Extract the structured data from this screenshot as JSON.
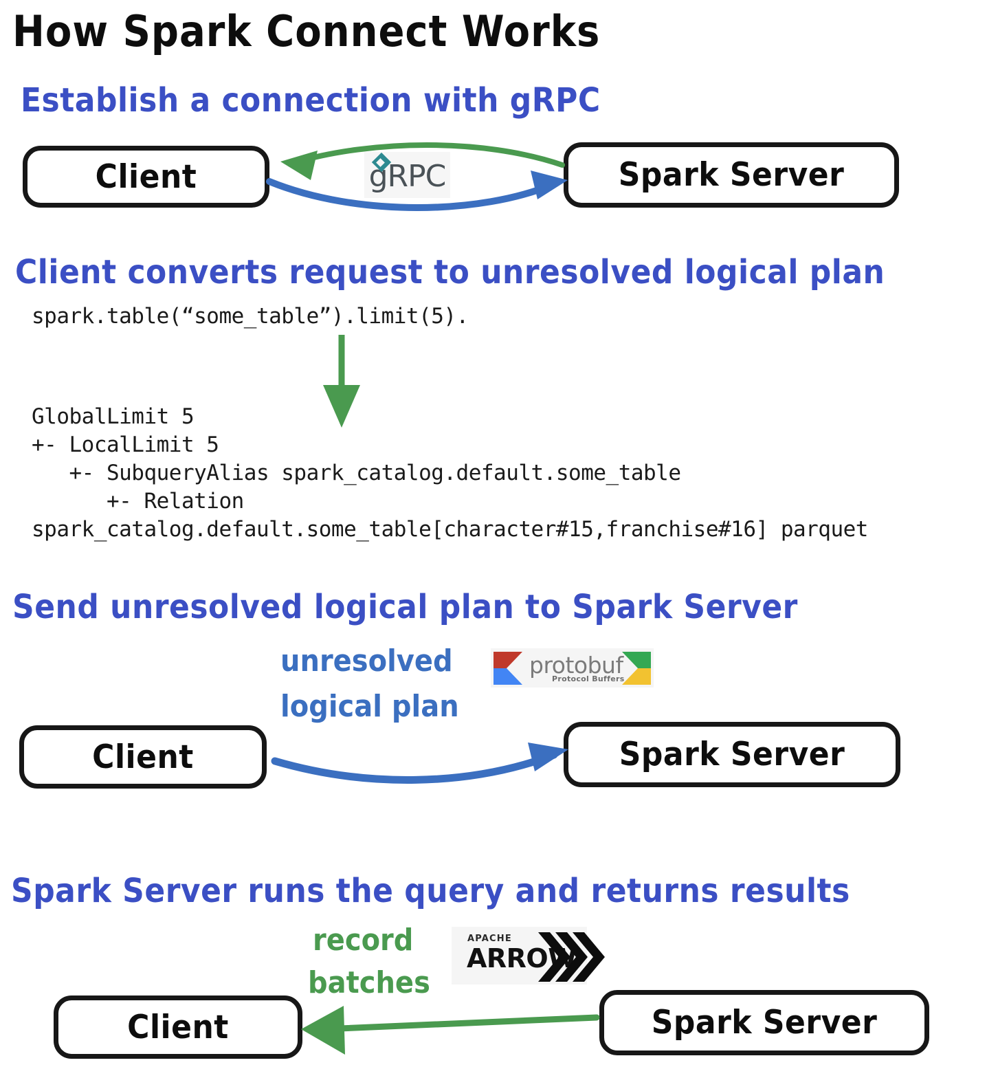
{
  "title": "How Spark Connect Works",
  "steps": [
    {
      "heading": "Establish a connection with gRPC"
    },
    {
      "heading": "Client converts request to unresolved logical plan"
    },
    {
      "heading": "Send unresolved logical plan to Spark Server"
    },
    {
      "heading": "Spark Server runs the query and returns results"
    }
  ],
  "nodes": {
    "client": "Client",
    "server": "Spark Server"
  },
  "code": {
    "query": "spark.table(“some_table”).limit(5).",
    "plan_lines": [
      "GlobalLimit 5",
      "+- LocalLimit 5",
      "   +- SubqueryAlias spark_catalog.default.some_table",
      "      +- Relation",
      "spark_catalog.default.some_table[character#15,franchise#16] parquet"
    ]
  },
  "edge_labels": {
    "unresolved_line1": "unresolved",
    "unresolved_line2": "logical plan",
    "record_line1": "record",
    "record_line2": "batches"
  },
  "logos": {
    "grpc": "gRPC",
    "protobuf_word": "protobuf",
    "protobuf_sub": "Protocol Buffers",
    "arrow_top": "APACHE",
    "arrow_main": "ARROW"
  },
  "colors": {
    "heading_blue": "#3b4fc4",
    "arrow_blue": "#3b6fc0",
    "arrow_green": "#4a9a4f",
    "box_stroke": "#171717",
    "text_black": "#0d0d0d",
    "grpc_teal": "#2d8a91",
    "pb_red": "#c0392b",
    "pb_blue": "#4285f4",
    "pb_green": "#34a853",
    "pb_yellow": "#f2c230"
  }
}
